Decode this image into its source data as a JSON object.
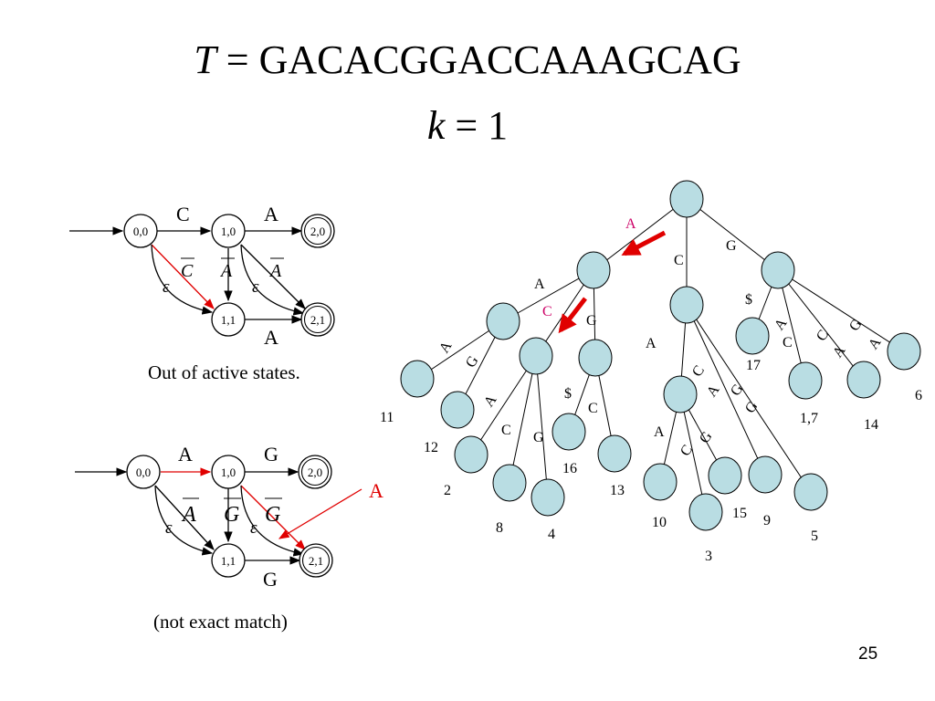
{
  "title": {
    "var_T": "T",
    "eq": " = ",
    "text": "GACACGGACCAAAGCAG"
  },
  "subtitle": {
    "var_k": "k",
    "eq": " = ",
    "value": "1"
  },
  "automaton1": {
    "states": {
      "s00": "0,0",
      "s10": "1,0",
      "s20": "2,0",
      "s11": "1,1",
      "s21": "2,1"
    },
    "labels": {
      "c_top": "C",
      "a_top": "A",
      "c_bar": "C",
      "a_bar1": "A",
      "a_bar2": "A",
      "eps1": "ε",
      "eps2": "ε",
      "a_bottom": "A"
    },
    "caption": "Out of active states."
  },
  "automaton2": {
    "states": {
      "s00": "0,0",
      "s10": "1,0",
      "s20": "2,0",
      "s11": "1,1",
      "s21": "2,1"
    },
    "labels": {
      "a_top": "A",
      "g_top": "G",
      "a_bar": "A",
      "g_bar1": "G",
      "g_bar2": "G",
      "eps1": "ε",
      "eps2": "ε",
      "g_bottom": "G"
    },
    "callout": "A",
    "caption": "(not exact match)"
  },
  "tree": {
    "edge_labels": {
      "root_left_A": "A",
      "root_mid_C": "C",
      "root_right_G": "G",
      "l_A": "A",
      "l_C": "C",
      "l_G": "G",
      "ll_A": "A",
      "ll_G": "G",
      "lc_A": "A",
      "lc_C": "C",
      "lc_G": "G",
      "lg_dollar": "$",
      "lg_C": "C",
      "c_A": "A",
      "c_C": "C",
      "c_A2": "A",
      "c_G1": "G",
      "c_G2": "G",
      "ca_A": "A",
      "ca_C": "C",
      "ca_G": "G",
      "g_dollar": "$",
      "g_A": "A",
      "g_C": "C",
      "g_C2": "C",
      "g_A2": "A",
      "g_G": "G",
      "g_A3": "A"
    },
    "leaf_labels": {
      "n11": "11",
      "n12": "12",
      "n2": "2",
      "n8": "8",
      "n4": "4",
      "n16": "16",
      "n13": "13",
      "n10": "10",
      "n3": "3",
      "n15": "15",
      "n9": "9",
      "n5": "5",
      "n17": "17",
      "n17b": "1,7",
      "n14": "14",
      "n6": "6"
    }
  },
  "page_number": "25",
  "colors": {
    "node_fill": "#b9dde3",
    "highlight": "#ff0000",
    "label_red": "#cc0066"
  }
}
